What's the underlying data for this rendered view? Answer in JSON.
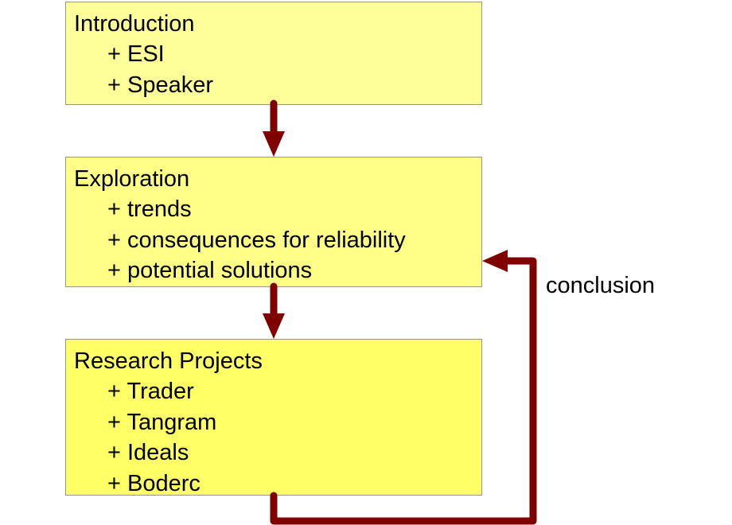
{
  "boxes": {
    "introduction": {
      "title": "Introduction",
      "items": [
        "+ ESI",
        "+ Speaker"
      ]
    },
    "exploration": {
      "title": "Exploration",
      "items": [
        "+ trends",
        "+ consequences for reliability",
        "+ potential solutions"
      ]
    },
    "research": {
      "title": "Research Projects",
      "items": [
        "+ Trader",
        "+ Tangram",
        "+ Ideals",
        "+ Boderc"
      ]
    }
  },
  "loop_label": "conclusion",
  "colors": {
    "arrow": "#800000",
    "box_border": "#9a9a7a",
    "introduction_fill": "#ffff99",
    "exploration_fill": "#ffff88",
    "research_fill": "#ffff66"
  }
}
